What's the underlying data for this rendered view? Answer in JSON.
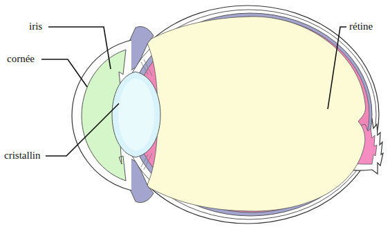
{
  "diagram": {
    "labels": [
      "iris",
      "cornée",
      "cristallin",
      "rétine"
    ]
  }
}
